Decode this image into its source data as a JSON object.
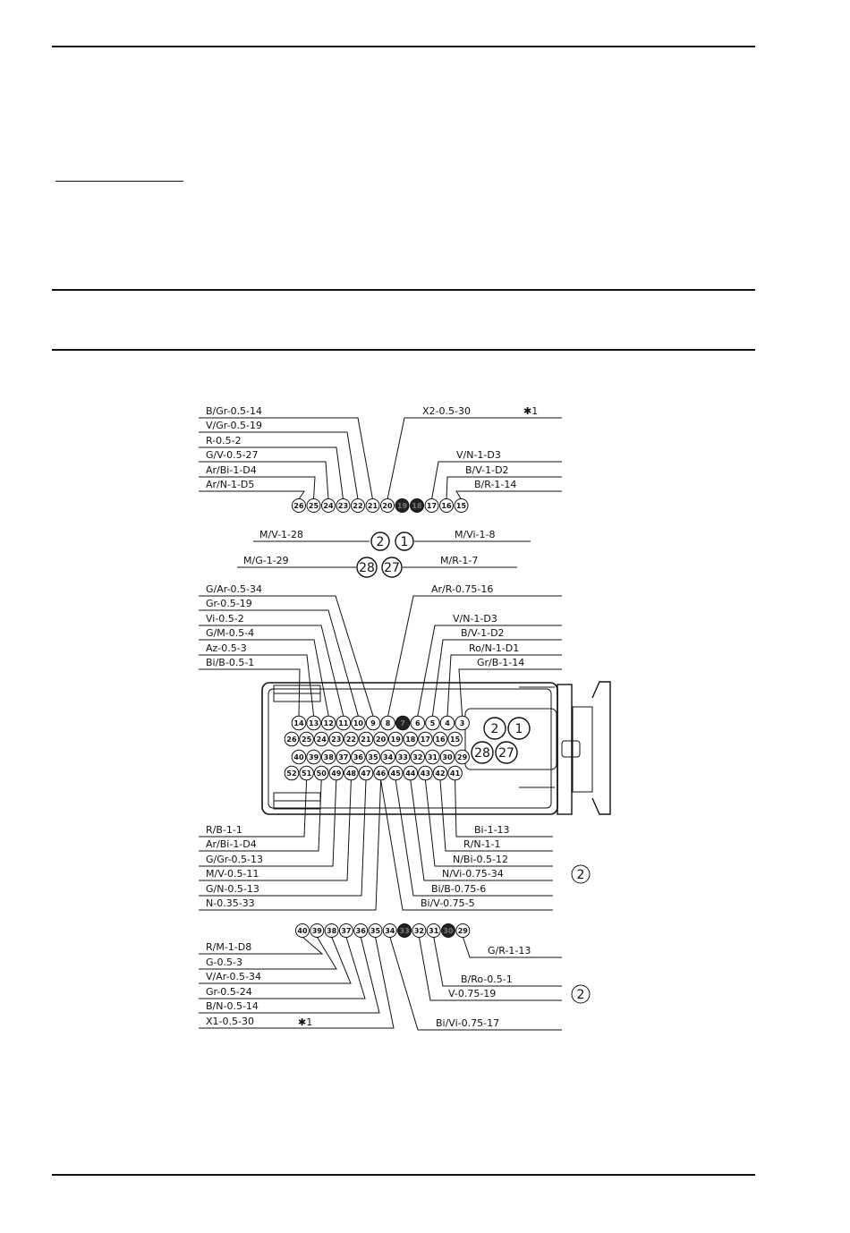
{
  "connector": {
    "top_row": {
      "pins": [
        "26",
        "25",
        "24",
        "23",
        "22",
        "21",
        "20",
        "19",
        "18",
        "17",
        "16",
        "15"
      ],
      "blocked": [
        "19",
        "18"
      ],
      "left_labels": [
        "B/Gr-0.5-14",
        "V/Gr-0.5-19",
        "R-0.5-2",
        "G/V-0.5-27",
        "Ar/Bi-1-D4",
        "Ar/N-1-D5"
      ],
      "right_labels": [
        "X2-0.5-30",
        "V/N-1-D3",
        "B/V-1-D2",
        "B/R-1-14"
      ],
      "note_mark": "✱1"
    },
    "power_pins": {
      "row1": {
        "left_label": "M/V-1-28",
        "pins": [
          "2",
          "1"
        ],
        "right_label": "M/Vi-1-8"
      },
      "row2": {
        "left_label": "M/G-1-29",
        "pins": [
          "28",
          "27"
        ],
        "right_label": "M/R-1-7"
      }
    },
    "main_block": {
      "upper_left_labels": [
        "G/Ar-0.5-34",
        "Gr-0.5-19",
        "Vi-0.5-2",
        "G/M-0.5-4",
        "Az-0.5-3",
        "Bi/B-0.5-1"
      ],
      "upper_right_labels": [
        "Ar/R-0.75-16",
        "V/N-1-D3",
        "B/V-1-D2",
        "Ro/N-1-D1",
        "Gr/B-1-14"
      ],
      "row1": [
        "14",
        "13",
        "12",
        "11",
        "10",
        "9",
        "8",
        "7",
        "6",
        "5",
        "4",
        "3"
      ],
      "row2": [
        "26",
        "25",
        "24",
        "23",
        "22",
        "21",
        "20",
        "19",
        "18",
        "17",
        "16",
        "15"
      ],
      "row3": [
        "40",
        "39",
        "38",
        "37",
        "36",
        "35",
        "34",
        "33",
        "32",
        "31",
        "30",
        "29"
      ],
      "row4": [
        "52",
        "51",
        "50",
        "49",
        "48",
        "47",
        "46",
        "45",
        "44",
        "43",
        "42",
        "41"
      ],
      "big_pins": [
        "2",
        "1",
        "28",
        "27"
      ],
      "blocked": [
        "7"
      ],
      "lower_left_labels": [
        "R/B-1-1",
        "Ar/Bi-1-D4",
        "G/Gr-0.5-13",
        "M/V-0.5-11",
        "G/N-0.5-13",
        "N-0.35-33"
      ],
      "lower_right_labels": [
        "Bi-1-13",
        "R/N-1-1",
        "N/Bi-0.5-12",
        "N/Vi-0.75-34",
        "Bi/B-0.75-6",
        "Bi/V-0.75-5"
      ],
      "callout": "2"
    },
    "bottom_row": {
      "pins": [
        "40",
        "39",
        "38",
        "37",
        "36",
        "35",
        "34",
        "33",
        "32",
        "31",
        "30",
        "29"
      ],
      "blocked": [
        "33",
        "30"
      ],
      "left_labels": [
        "R/M-1-D8",
        "G-0.5-3",
        "V/Ar-0.5-34",
        "Gr-0.5-24",
        "B/N-0.5-14",
        "X1-0.5-30"
      ],
      "right_labels": [
        "G/R-1-13",
        "B/Ro-0.5-1",
        "V-0.75-19",
        "Bi/Vi-0.75-17"
      ],
      "note_mark": "✱1",
      "callout": "2"
    }
  }
}
